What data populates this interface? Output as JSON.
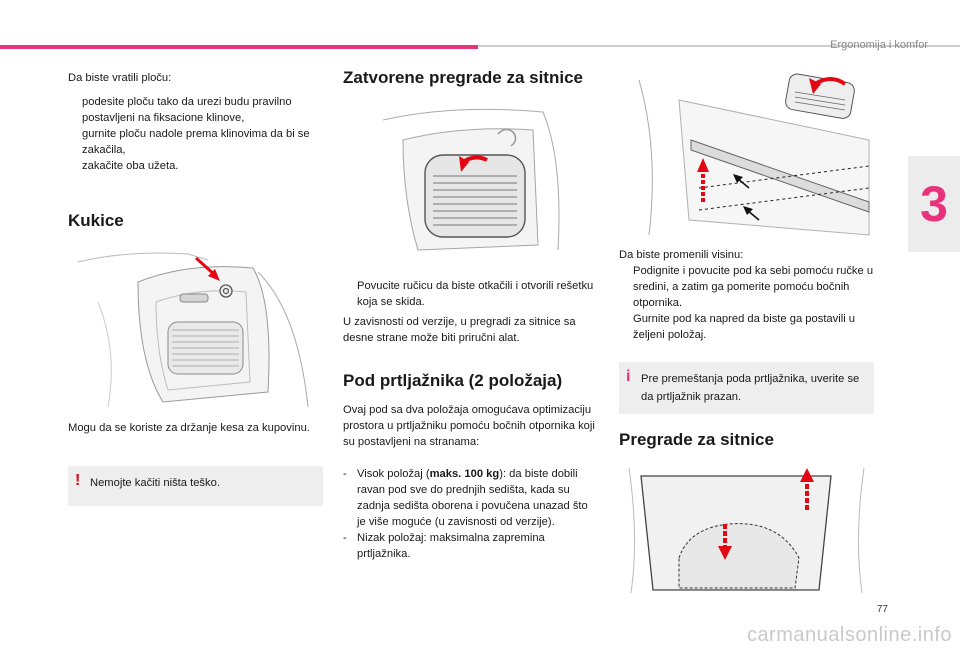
{
  "header": {
    "section_title": "Ergonomija i komfor",
    "chapter_number": "3",
    "page_number": "77"
  },
  "watermark": "carmanualsonline.info",
  "colors": {
    "accent": "#e8327c",
    "warning_red": "#e30613",
    "info_pink": "#e8327c",
    "note_bg": "#eeeeee"
  },
  "col1": {
    "intro": "Da biste vratili ploču:",
    "steps": [
      "podesite ploču tako da urezi budu pravilno postavljeni na fiksacione klinove,",
      "gurnite ploču nadole prema klinovima da bi se zakačila,",
      "zakačite oba užeta."
    ],
    "hooks_title": "Kukice",
    "hooks_text": "Mogu da se koriste za držanje kesa za kupovinu.",
    "warning_icon": "warning-exclamation-icon",
    "warning_text": "Nemojte kačiti ništa teško."
  },
  "col2": {
    "closed_title": "Zatvorene pregrade za sitnice",
    "closed_step": "Povucite ručicu da biste otkačili i otvorili rešetku koja se skida.",
    "closed_text": "U zavisnosti od verzije, u pregradi za sitnice sa desne strane može biti priručni alat.",
    "floor_title": "Pod prtljažnika (2 položaja)",
    "floor_text": "Ovaj pod sa dva položaja omogućava optimizaciju prostora u prtljažniku pomoću bočnih otpornika koji su postavljeni na stranama:",
    "floor_high_pre": "Visok položaj (",
    "floor_high_bold": "maks. 100 kg",
    "floor_high_post": "): da biste dobili ravan pod sve do prednjih sedišta, kada su zadnja sedišta oborena i povučena unazad što je više moguće (u zavisnosti od verzije).",
    "floor_low": "Nizak položaj: maksimalna zapremina prtljažnika."
  },
  "col3": {
    "height_intro": "Da biste promenili visinu:",
    "height_steps": [
      "Podignite i povucite pod ka sebi pomoću ručke u sredini, a zatim ga pomerite pomoću bočnih otpornika.",
      "Gurnite pod ka napred da biste ga postavili u željeni položaj."
    ],
    "info_icon": "info-i-icon",
    "info_text": "Pre premeštanja poda prtljažnika, uverite se da prtljažnik prazan.",
    "compartments_title": "Pregrade za sitnice"
  },
  "glyphs": {
    "bullet": "",
    "dash": "-"
  }
}
